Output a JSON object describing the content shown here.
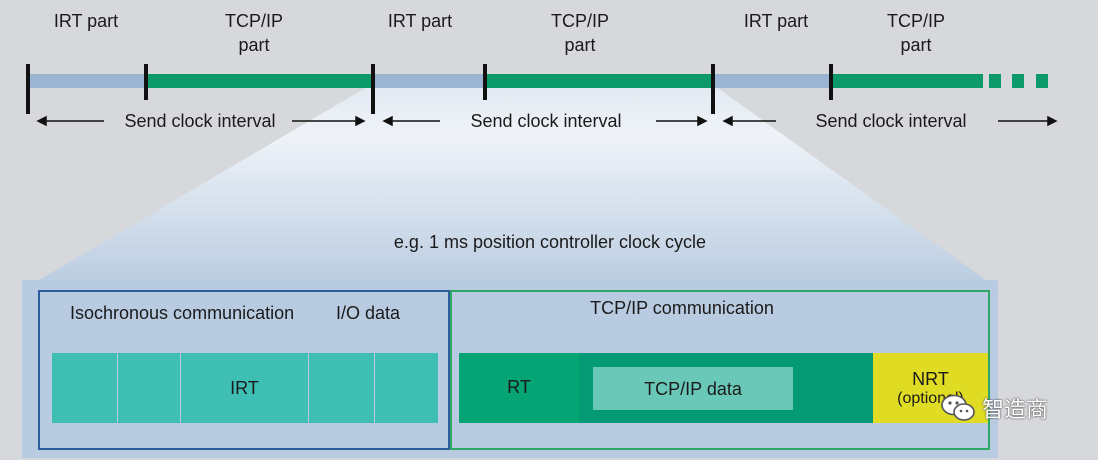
{
  "timeline": {
    "labels": [
      {
        "id": "irt-part-1",
        "text": "IRT part"
      },
      {
        "id": "tcpip-part-1",
        "text": "TCP/IP part"
      },
      {
        "id": "irt-part-2",
        "text": "IRT part"
      },
      {
        "id": "tcpip-part-2",
        "text": "TCP/IP part"
      },
      {
        "id": "irt-part-3",
        "text": "IRT part"
      },
      {
        "id": "tcpip-part-3",
        "text": "TCP/IP part"
      }
    ],
    "interval_label": "Send clock interval"
  },
  "zoom_caption": "e.g. 1 ms position controller clock cycle",
  "isochronous": {
    "title": "Isochronous communication",
    "io_label": "I/O data",
    "irt_label": "IRT"
  },
  "tcpip_box": {
    "title": "TCP/IP communication",
    "rt_label": "RT",
    "data_label": "TCP/IP data",
    "nrt_label": "NRT",
    "optional_label": "(optional)"
  },
  "watermark": {
    "text": "智造商",
    "icon": "wechat-icon"
  },
  "colors": {
    "irt_bar": "#9ab4d2",
    "tcp_bar": "#0c9a6a",
    "iso_border": "#2c5d9e",
    "tcp_border": "#2fa866",
    "irt_cell": "#3fbfb4",
    "rt_cell": "#06a374",
    "tcp_cell": "#039a74",
    "tcp_data": "#6ac8b8",
    "nrt_cell": "#dfdc23"
  }
}
